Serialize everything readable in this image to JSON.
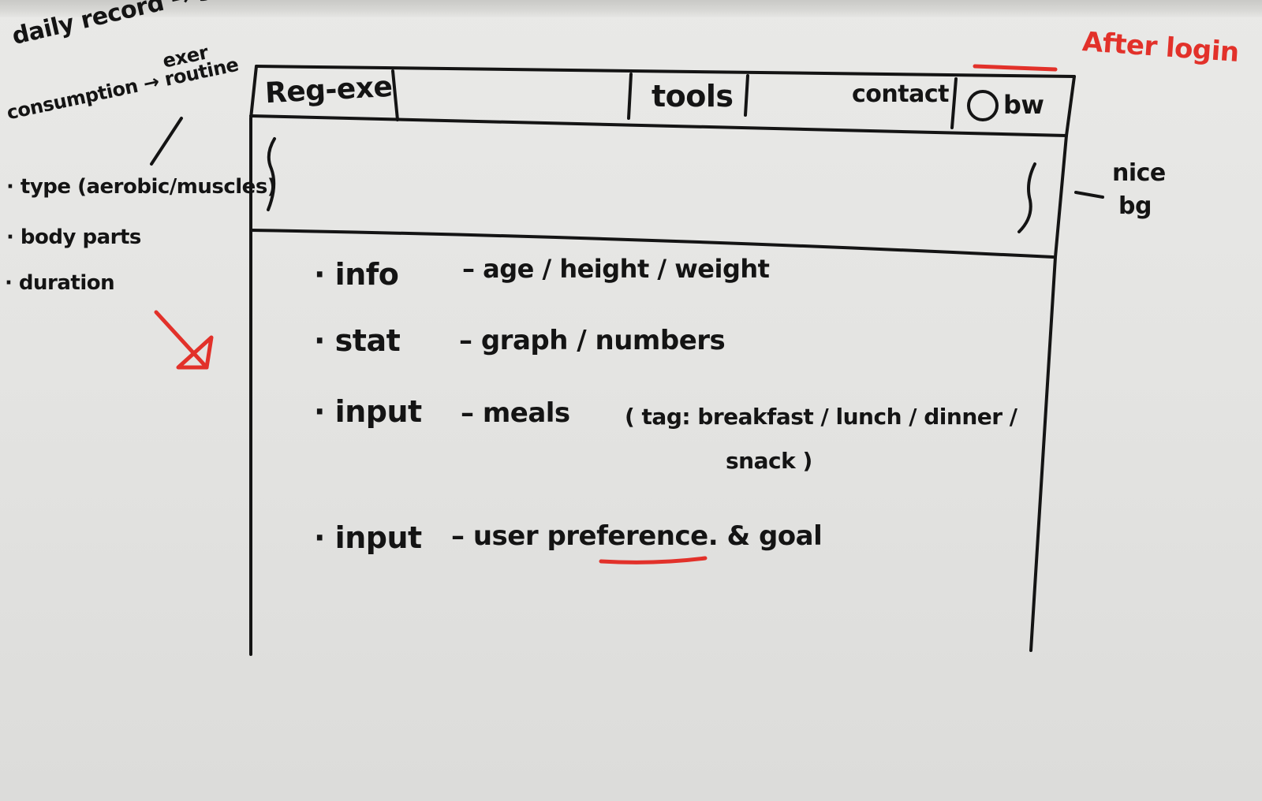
{
  "annotations": {
    "daily_record": "daily record",
    "arrow": "→",
    "stat": "stat",
    "consumption": "consumption",
    "exer_routine_1": "exer",
    "exer_routine_2": "routine",
    "type": "· type (aerobic/muscles)",
    "body_parts": "· body parts",
    "duration": "· duration",
    "after_login": "After login",
    "nice_bg_1": "nice",
    "nice_bg_2": "bg"
  },
  "nav": {
    "brand": "Reg-exe",
    "tools": "tools",
    "contact": "contact",
    "user": "bw"
  },
  "content": {
    "rows": [
      {
        "bullet": "·",
        "label": "info",
        "detail": "– age / height / weight"
      },
      {
        "bullet": "·",
        "label": "stat",
        "detail": "– graph / numbers"
      },
      {
        "bullet": "·",
        "label": "input",
        "detail": "– meals",
        "extra": "( tag: breakfast / lunch / dinner /",
        "extra2": "snack )"
      },
      {
        "bullet": "·",
        "label": "input",
        "detail": "– user",
        "pref": "preference",
        "goal": ". & goal"
      }
    ]
  },
  "colors": {
    "ink": "#141414",
    "marker_red": "#e2312a",
    "board": "#e6e6e4"
  }
}
